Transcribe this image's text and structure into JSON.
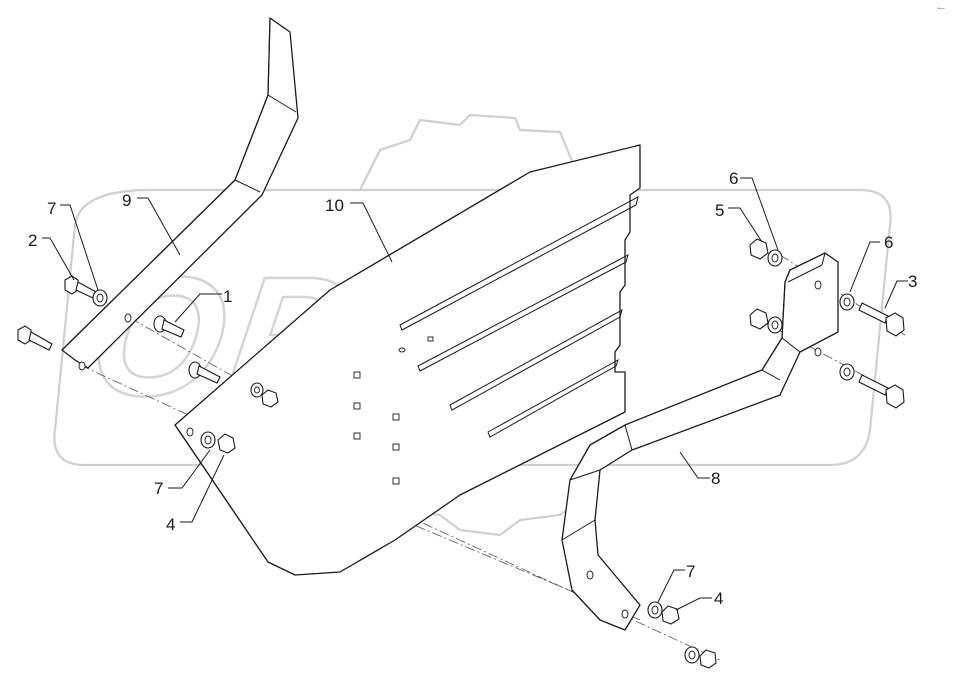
{
  "watermark": {
    "logo_text": "OPEX"
  },
  "corner_mark": "•—",
  "callouts": [
    {
      "id": "c1",
      "label": "1"
    },
    {
      "id": "c2",
      "label": "2"
    },
    {
      "id": "c3",
      "label": "3"
    },
    {
      "id": "c4a",
      "label": "4"
    },
    {
      "id": "c4b",
      "label": "4"
    },
    {
      "id": "c5",
      "label": "5"
    },
    {
      "id": "c6a",
      "label": "6"
    },
    {
      "id": "c6b",
      "label": "6"
    },
    {
      "id": "c7a",
      "label": "7"
    },
    {
      "id": "c7b",
      "label": "7"
    },
    {
      "id": "c7c",
      "label": "7"
    },
    {
      "id": "c8",
      "label": "8"
    },
    {
      "id": "c9",
      "label": "9"
    },
    {
      "id": "c10",
      "label": "10"
    }
  ]
}
